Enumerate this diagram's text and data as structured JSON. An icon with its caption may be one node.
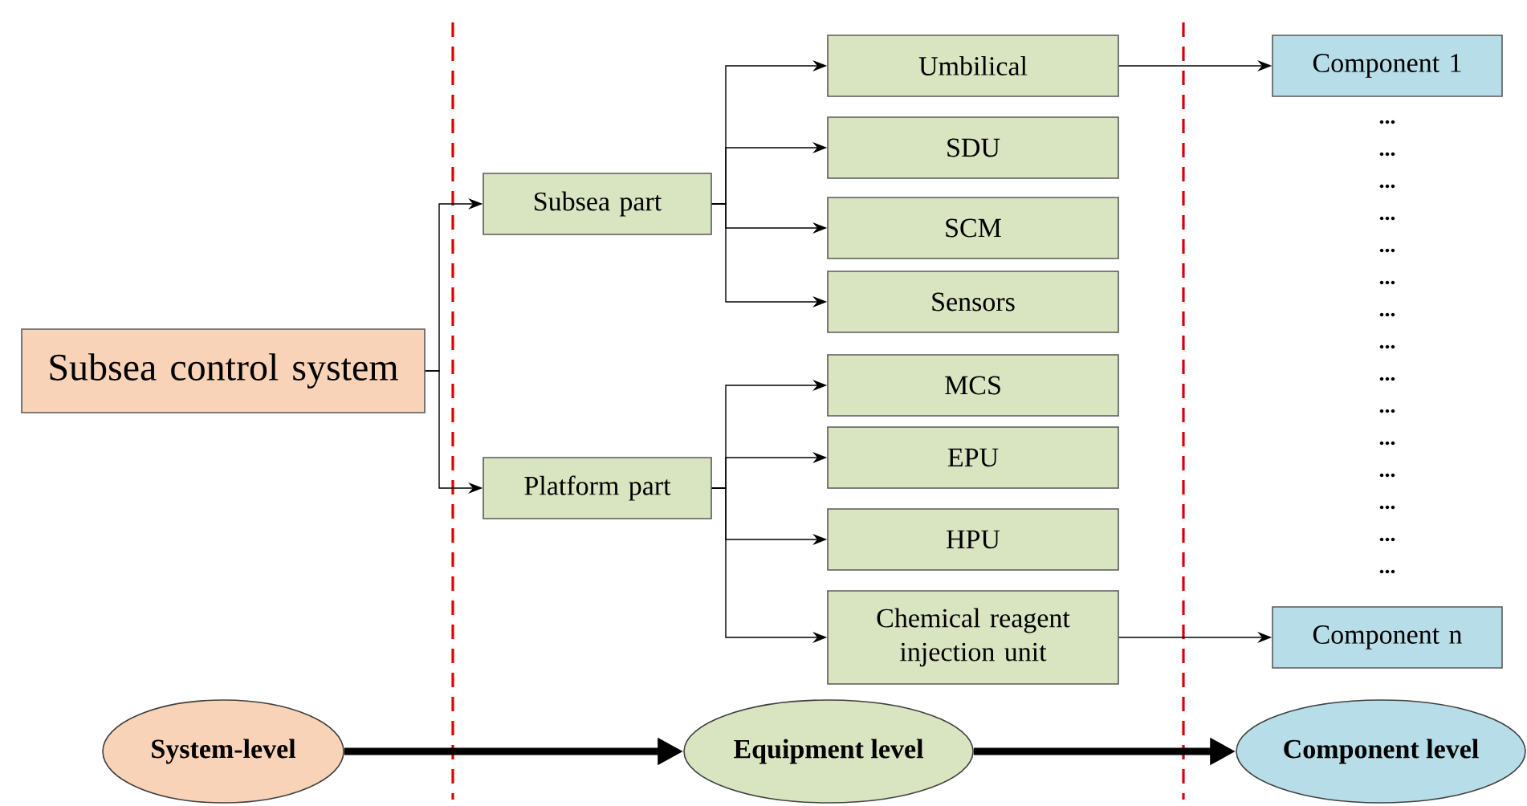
{
  "diagram": {
    "nodes": [
      {
        "text": [
          "Subsea control system"
        ]
      },
      {
        "text": [
          "Subsea part"
        ]
      },
      {
        "text": [
          "Platform part"
        ]
      },
      {
        "text": [
          "Umbilical"
        ]
      },
      {
        "text": [
          "SDU"
        ]
      },
      {
        "text": [
          "SCM"
        ]
      },
      {
        "text": [
          "Sensors"
        ]
      },
      {
        "text": [
          "MCS"
        ]
      },
      {
        "text": [
          "EPU"
        ]
      },
      {
        "text": [
          "HPU"
        ]
      },
      {
        "text": [
          "Chemical reagent injection unit"
        ]
      },
      {
        "text": [
          "Component 1"
        ]
      },
      {
        "text": [
          "Component n"
        ]
      },
      {
        "text": [
          "System-level"
        ]
      },
      {
        "text": [
          "Equipment level"
        ]
      },
      {
        "text": [
          "Component level"
        ]
      }
    ],
    "edges": [
      {
        "from": 0,
        "to": 1,
        "arrow": "to"
      },
      {
        "from": 0,
        "to": 2,
        "arrow": "to"
      },
      {
        "from": 1,
        "to": 3,
        "arrow": "to"
      },
      {
        "from": 1,
        "to": 4,
        "arrow": "to"
      },
      {
        "from": 1,
        "to": 5,
        "arrow": "to"
      },
      {
        "from": 1,
        "to": 6,
        "arrow": "to"
      },
      {
        "from": 2,
        "to": 7,
        "arrow": "to"
      },
      {
        "from": 2,
        "to": 8,
        "arrow": "to"
      },
      {
        "from": 2,
        "to": 9,
        "arrow": "to"
      },
      {
        "from": 2,
        "to": 10,
        "arrow": "to"
      },
      {
        "from": 3,
        "to": 11,
        "arrow": "to"
      },
      {
        "from": 10,
        "to": 12,
        "arrow": "to"
      },
      {
        "from": 13,
        "to": 14,
        "arrow": "to",
        "style": "thick"
      },
      {
        "from": 14,
        "to": 15,
        "arrow": "to",
        "style": "thick"
      }
    ],
    "labels": [
      "...",
      "...",
      "...",
      "...",
      "...",
      "...",
      "...",
      "...",
      "...",
      "...",
      "...",
      "...",
      "...",
      "...",
      "..."
    ]
  }
}
